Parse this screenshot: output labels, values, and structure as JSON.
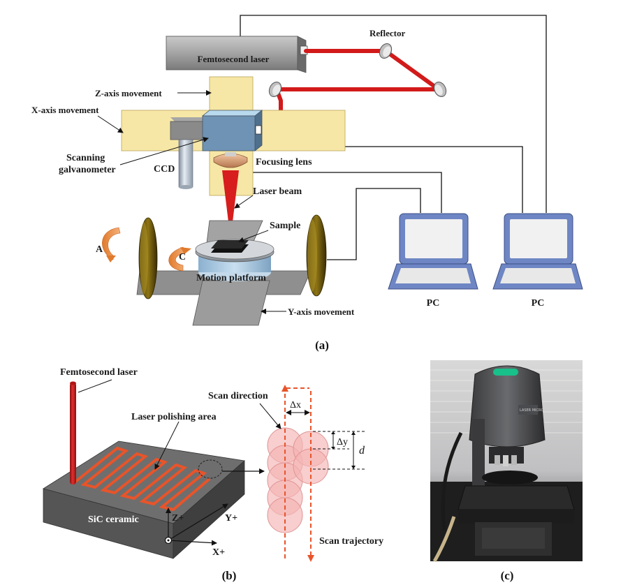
{
  "panel_a": {
    "caption": "(a)",
    "labels": {
      "femtosecond_laser": "Femtosecond laser",
      "reflector": "Reflector",
      "z_axis": "Z-axis movement",
      "x_axis": "X-axis movement",
      "scanning_1": "Scanning",
      "scanning_2": "galvanometer",
      "ccd": "CCD",
      "focusing_lens": "Focusing lens",
      "laser_beam": "Laser beam",
      "sample": "Sample",
      "rot_a": "A",
      "rot_c": "C",
      "motion_platform": "Motion platform",
      "y_axis": "Y-axis movement",
      "pc_left": "PC",
      "pc_right": "PC"
    }
  },
  "panel_b": {
    "caption": "(b)",
    "labels": {
      "femtosecond_laser": "Femtosecond laser",
      "polishing_area": "Laser polishing area",
      "sic": "SiC ceramic",
      "z_plus": "Z+",
      "y_plus": "Y+",
      "x_plus": "X+",
      "scan_direction": "Scan direction",
      "delta_x": "Δx",
      "delta_y": "Δy",
      "d": "d",
      "scan_trajectory": "Scan trajectory"
    }
  },
  "panel_c": {
    "caption": "(c)",
    "device_text": "LASER MICROSCOPE"
  },
  "colors": {
    "beam": "#d21a1a",
    "stage_yellow": "#f7e7a6",
    "galvo_blue": "#6f93b4",
    "pc_blue": "#6e86c4",
    "spot_pink": "#f4b4b4",
    "scan_orange": "#e8542a"
  }
}
